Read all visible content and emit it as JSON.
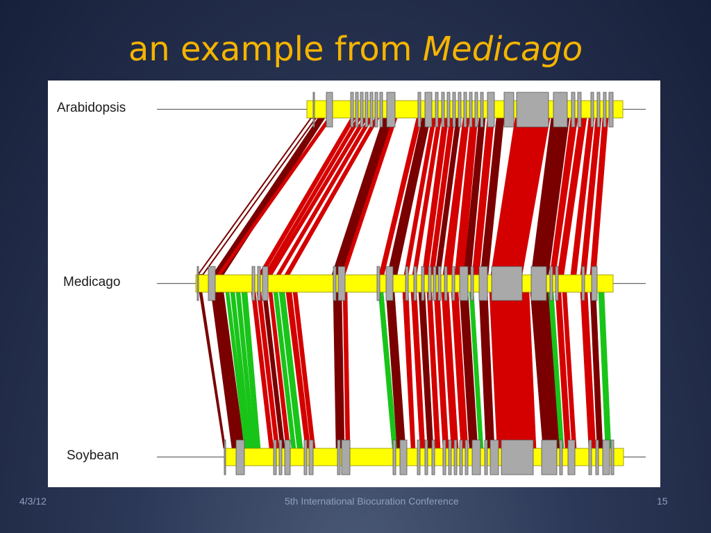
{
  "slide": {
    "title_prefix": "an example from",
    "title_italic": "Medicago"
  },
  "diagram": {
    "tracks": [
      {
        "id": "arabidopsis",
        "label": "Arabidopsis"
      },
      {
        "id": "medicago",
        "label": "Medicago"
      },
      {
        "id": "soybean",
        "label": "Soybean"
      }
    ],
    "colors": {
      "track_bar": "#ffff00",
      "exon": "#a9a9a9",
      "match_dark": "#7a0000",
      "match_red": "#d40000",
      "match_green": "#19c419"
    }
  },
  "footer": {
    "date": "4/3/12",
    "conference": "5th International Biocuration Conference",
    "page": "15"
  }
}
